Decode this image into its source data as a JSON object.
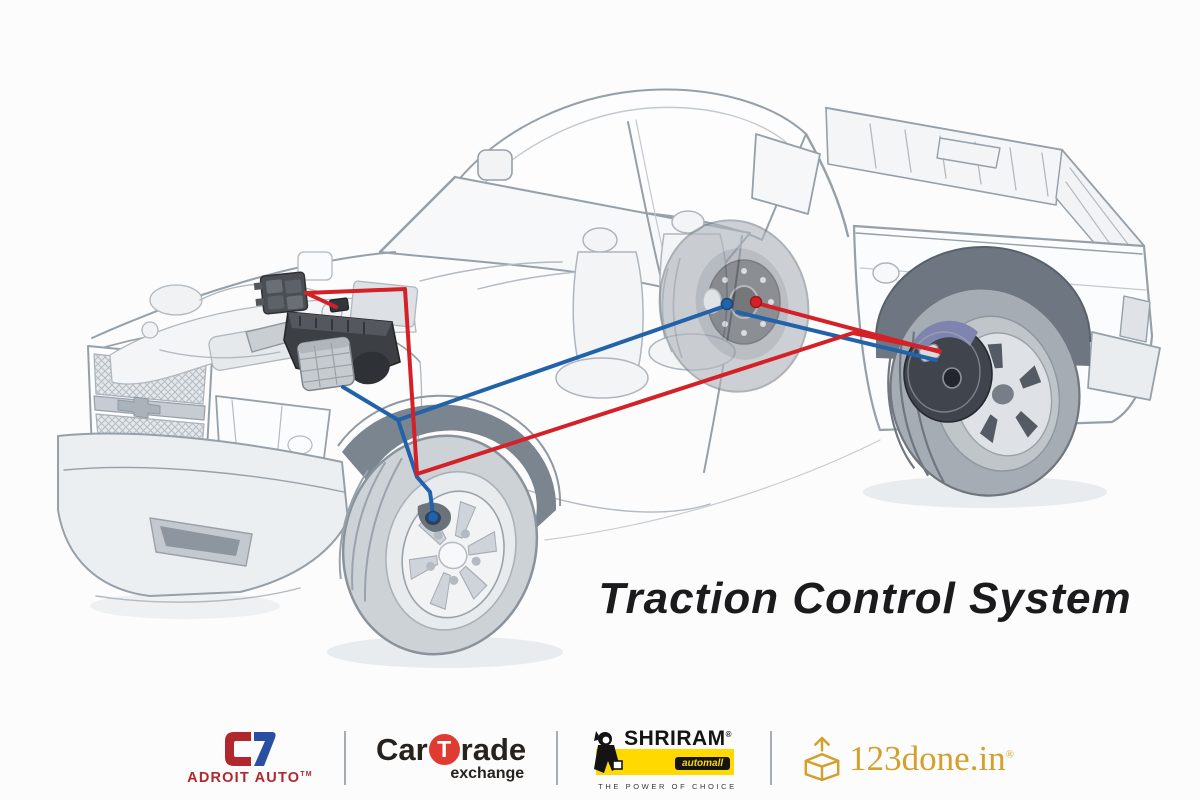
{
  "title": {
    "text": "Traction Control System"
  },
  "colors": {
    "background": "#fcfcfc",
    "brake_line_red": "#d42127",
    "sensor_line_blue": "#2262a9",
    "truck_outline": "#96a0a9",
    "title_text": "#1b1b1d"
  },
  "footer": {
    "logos": [
      {
        "id": "adroit-auto",
        "name": "ADROIT AUTO",
        "tm": "TM",
        "colors": {
          "red": "#b0282d",
          "blue": "#2a4fa2"
        }
      },
      {
        "id": "cartrade-exchange",
        "word_start": "Car",
        "word_accent": "T",
        "word_end": "rade",
        "subtext": "exchange",
        "colors": {
          "text": "#26221f",
          "accent": "#e03b32"
        }
      },
      {
        "id": "shriram-automall",
        "name": "SHRIRAM",
        "reg": "®",
        "sub": "automall",
        "tagline": "THE POWER OF CHOICE",
        "colors": {
          "yellow": "#ffd900",
          "black": "#141414"
        }
      },
      {
        "id": "123done",
        "name": "123done.in",
        "reg": "®",
        "colors": {
          "gold": "#d3a02e"
        }
      }
    ]
  }
}
